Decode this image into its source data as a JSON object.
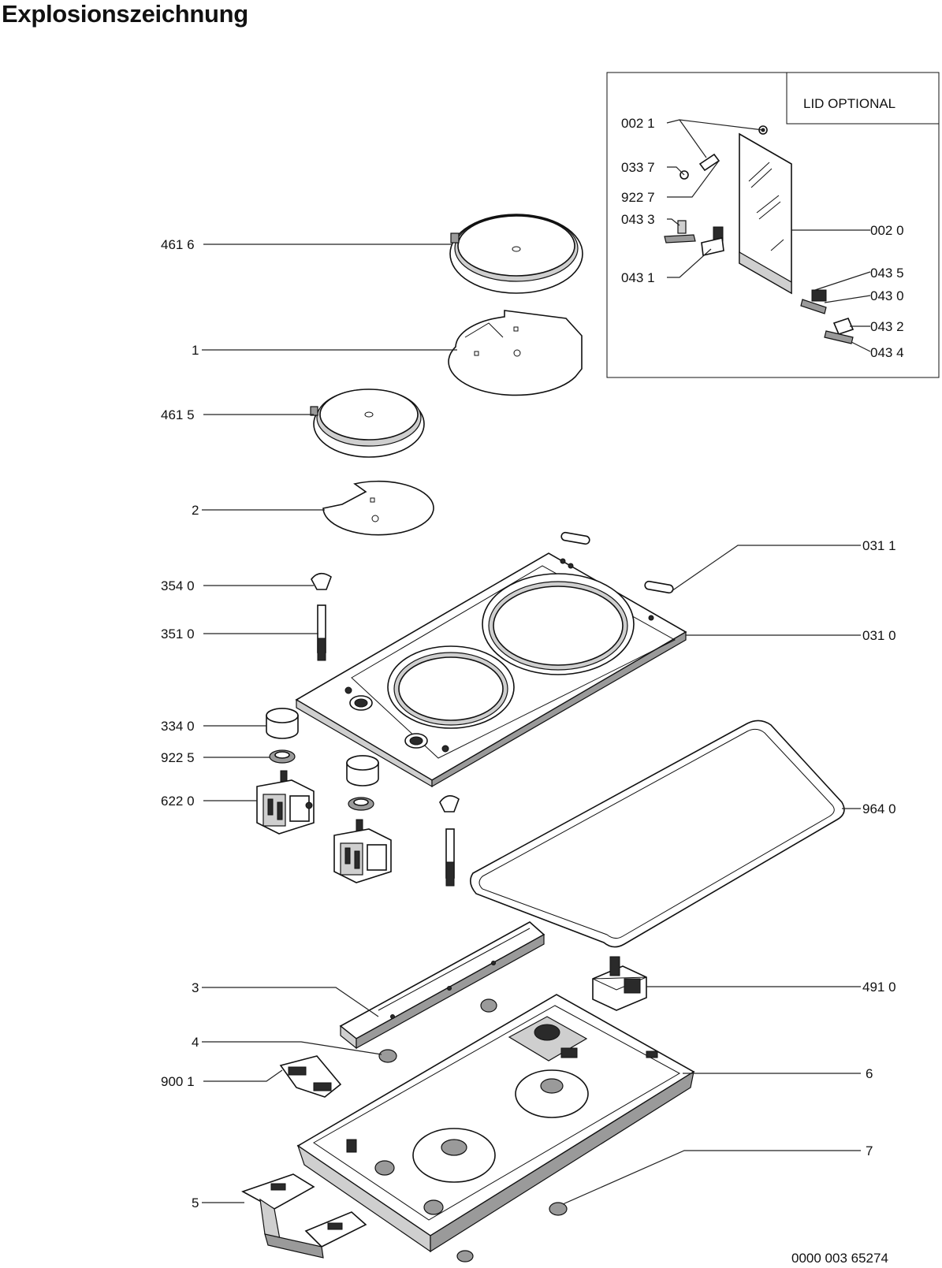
{
  "title": "Explosionszeichnung",
  "inset_title": "LID OPTIONAL",
  "drawing_number": "0000 003 65274",
  "labels": {
    "l4616": "461 6",
    "l1": "1",
    "l4615": "461 5",
    "l2": "2",
    "l3540": "354 0",
    "l3510": "351 0",
    "l3340": "334 0",
    "l9225": "922 5",
    "l6220": "622 0",
    "l3": "3",
    "l4": "4",
    "l9001": "900 1",
    "l5": "5",
    "l0311": "031 1",
    "l0310": "031 0",
    "l9640": "964 0",
    "l4910": "491 0",
    "l6": "6",
    "l7": "7",
    "l0021": "002 1",
    "l0337": "033 7",
    "l9227": "922 7",
    "l0433": "043 3",
    "l0431": "043 1",
    "l0020": "002 0",
    "l0435": "043 5",
    "l0430": "043 0",
    "l0432": "043 2",
    "l0434": "043 4"
  }
}
